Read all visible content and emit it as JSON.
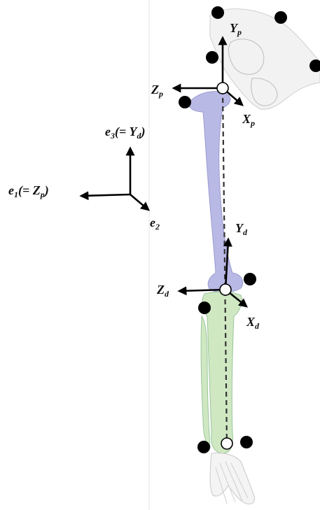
{
  "figure": {
    "colors": {
      "pelvis": "#f2f2f2",
      "femur": "#b9b9e6",
      "tibia": "#cfe8c2",
      "foot": "#f4f4f4",
      "axes": "#000000",
      "markers": "#000000"
    },
    "global_frame": {
      "e3": {
        "base": "e",
        "sub": "3",
        "paren_open": "(= ",
        "paren_base": "Y",
        "paren_sub": "d",
        "paren_close": ")"
      },
      "e1": {
        "base": "e",
        "sub": "1",
        "paren_open": "(= ",
        "paren_base": "Z",
        "paren_sub": "p",
        "paren_close": ")"
      },
      "e2": {
        "base": "e",
        "sub": "2"
      }
    },
    "proximal_frame": {
      "Y": {
        "base": "Y",
        "sub": "p"
      },
      "Z": {
        "base": "Z",
        "sub": "p"
      },
      "X": {
        "base": "X",
        "sub": "p"
      }
    },
    "distal_frame": {
      "Y": {
        "base": "Y",
        "sub": "d"
      },
      "Z": {
        "base": "Z",
        "sub": "d"
      },
      "X": {
        "base": "X",
        "sub": "d"
      }
    },
    "markers": {
      "count": 9,
      "joint_centers": 3
    }
  }
}
